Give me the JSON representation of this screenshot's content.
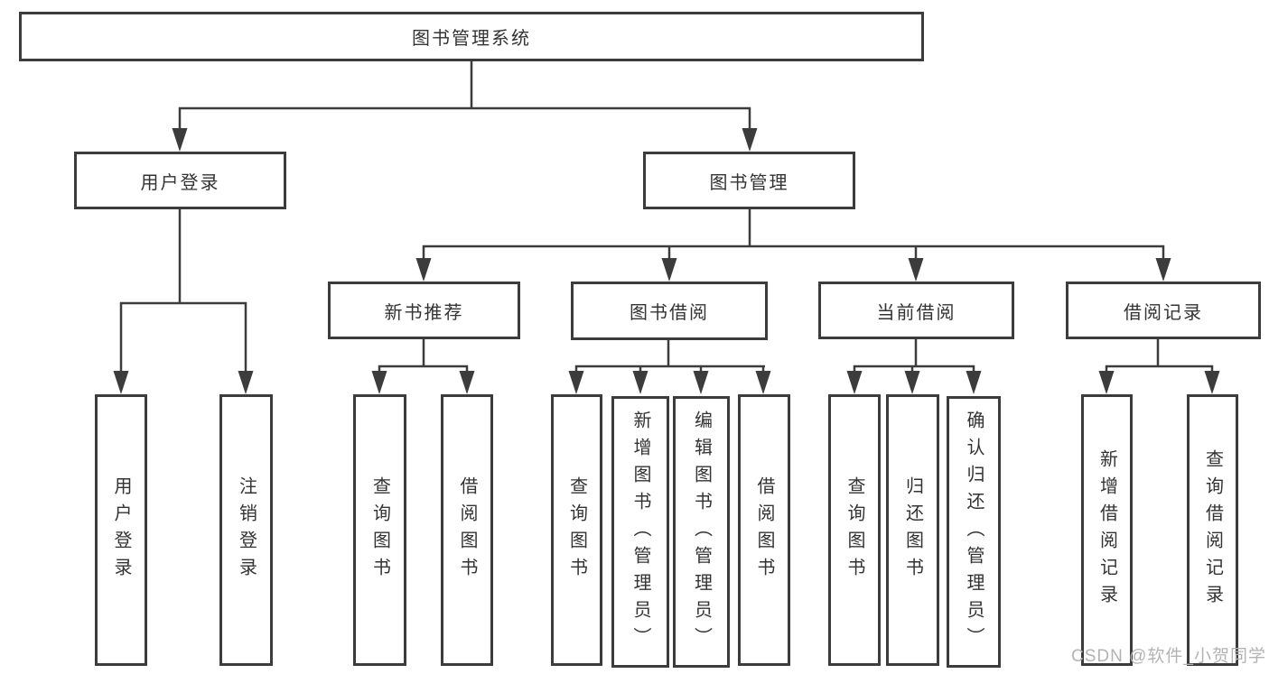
{
  "diagram": {
    "tree": {
      "label": "图书管理系统",
      "children": [
        {
          "label": "用户登录",
          "children": [
            {
              "label": "用户登录"
            },
            {
              "label": "注销登录"
            }
          ]
        },
        {
          "label": "图书管理",
          "children": [
            {
              "label": "新书推荐",
              "children": [
                {
                  "label": "查询图书"
                },
                {
                  "label": "借阅图书"
                }
              ]
            },
            {
              "label": "图书借阅",
              "children": [
                {
                  "label": "查询图书"
                },
                {
                  "label": "新增图书（管理员）"
                },
                {
                  "label": "编辑图书（管理员）"
                },
                {
                  "label": "借阅图书"
                }
              ]
            },
            {
              "label": "当前借阅",
              "children": [
                {
                  "label": "查询图书"
                },
                {
                  "label": "归还图书"
                },
                {
                  "label": "确认归还（管理员）"
                }
              ]
            },
            {
              "label": "借阅记录",
              "children": [
                {
                  "label": "新增借阅记录"
                },
                {
                  "label": "查询借阅记录"
                }
              ]
            }
          ]
        }
      ]
    },
    "watermark": "CSDN @软件_小贺同学",
    "colors": {
      "line": "#3c3c3c",
      "text": "#333333",
      "background": "#ffffff",
      "watermark": "#b3b3b3"
    }
  }
}
